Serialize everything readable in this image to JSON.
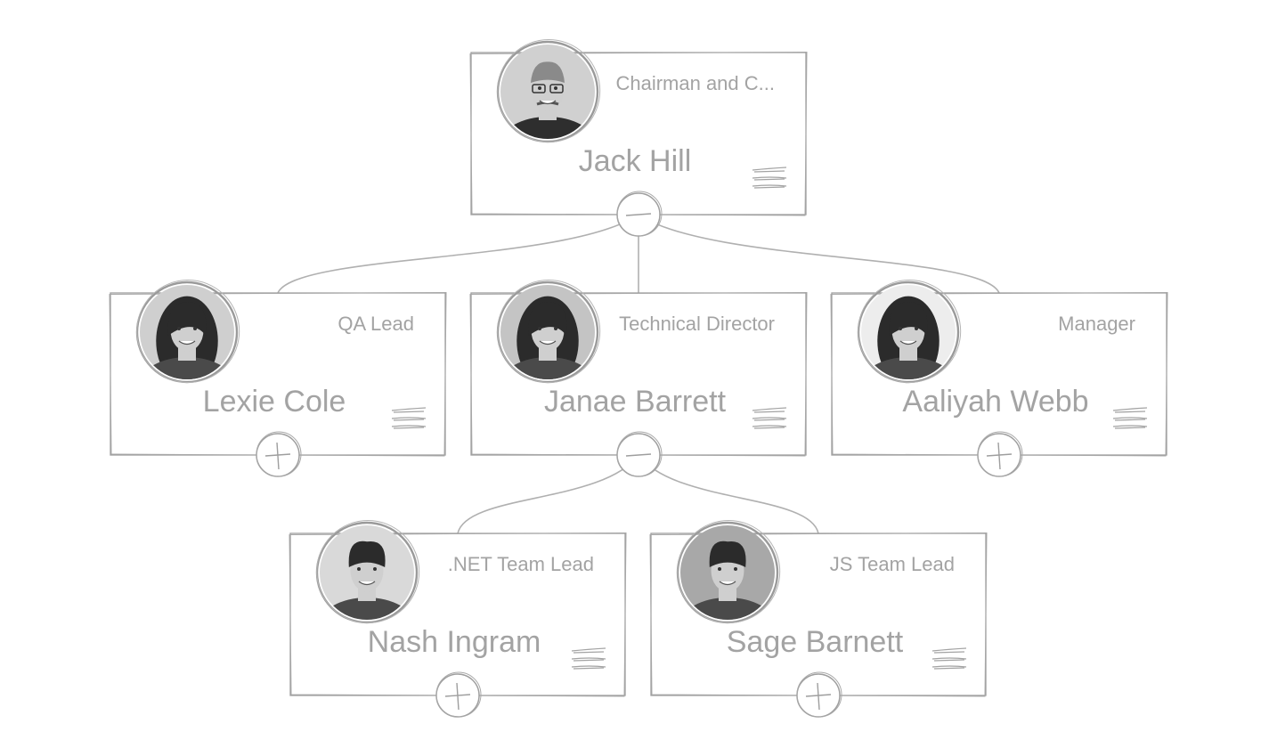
{
  "nodes": [
    {
      "id": "jack",
      "name": "Jack Hill",
      "title": "Chairman and C...",
      "toggle": "collapse",
      "avatar_icon": "person-photo-icon",
      "hair": "short-gray",
      "bg": "#d0d0d0"
    },
    {
      "id": "lexie",
      "name": "Lexie Cole",
      "title": "QA Lead",
      "toggle": "expand",
      "avatar_icon": "person-photo-icon",
      "hair": "long-dark",
      "bg": "#cfcfcf"
    },
    {
      "id": "janae",
      "name": "Janae Barrett",
      "title": "Technical Director",
      "toggle": "collapse",
      "avatar_icon": "person-photo-icon",
      "hair": "long-dark",
      "bg": "#c4c4c4"
    },
    {
      "id": "aaliyah",
      "name": "Aaliyah Webb",
      "title": "Manager",
      "toggle": "expand",
      "avatar_icon": "person-photo-icon",
      "hair": "long-dark",
      "bg": "#ededed"
    },
    {
      "id": "nash",
      "name": "Nash Ingram",
      "title": ".NET Team Lead",
      "toggle": "expand",
      "avatar_icon": "person-photo-icon",
      "hair": "short-dark",
      "bg": "#d9d9d9"
    },
    {
      "id": "sage",
      "name": "Sage Barnett",
      "title": "JS Team Lead",
      "toggle": "expand",
      "avatar_icon": "person-photo-icon",
      "hair": "short-dark",
      "bg": "#a8a8a8"
    }
  ],
  "links": [
    {
      "from": "jack",
      "to": "lexie"
    },
    {
      "from": "jack",
      "to": "janae"
    },
    {
      "from": "jack",
      "to": "aaliyah"
    },
    {
      "from": "janae",
      "to": "nash"
    },
    {
      "from": "janae",
      "to": "sage"
    }
  ],
  "icons": {
    "menu": "hamburger-menu-icon",
    "expand": "plus-icon",
    "collapse": "minus-icon"
  }
}
